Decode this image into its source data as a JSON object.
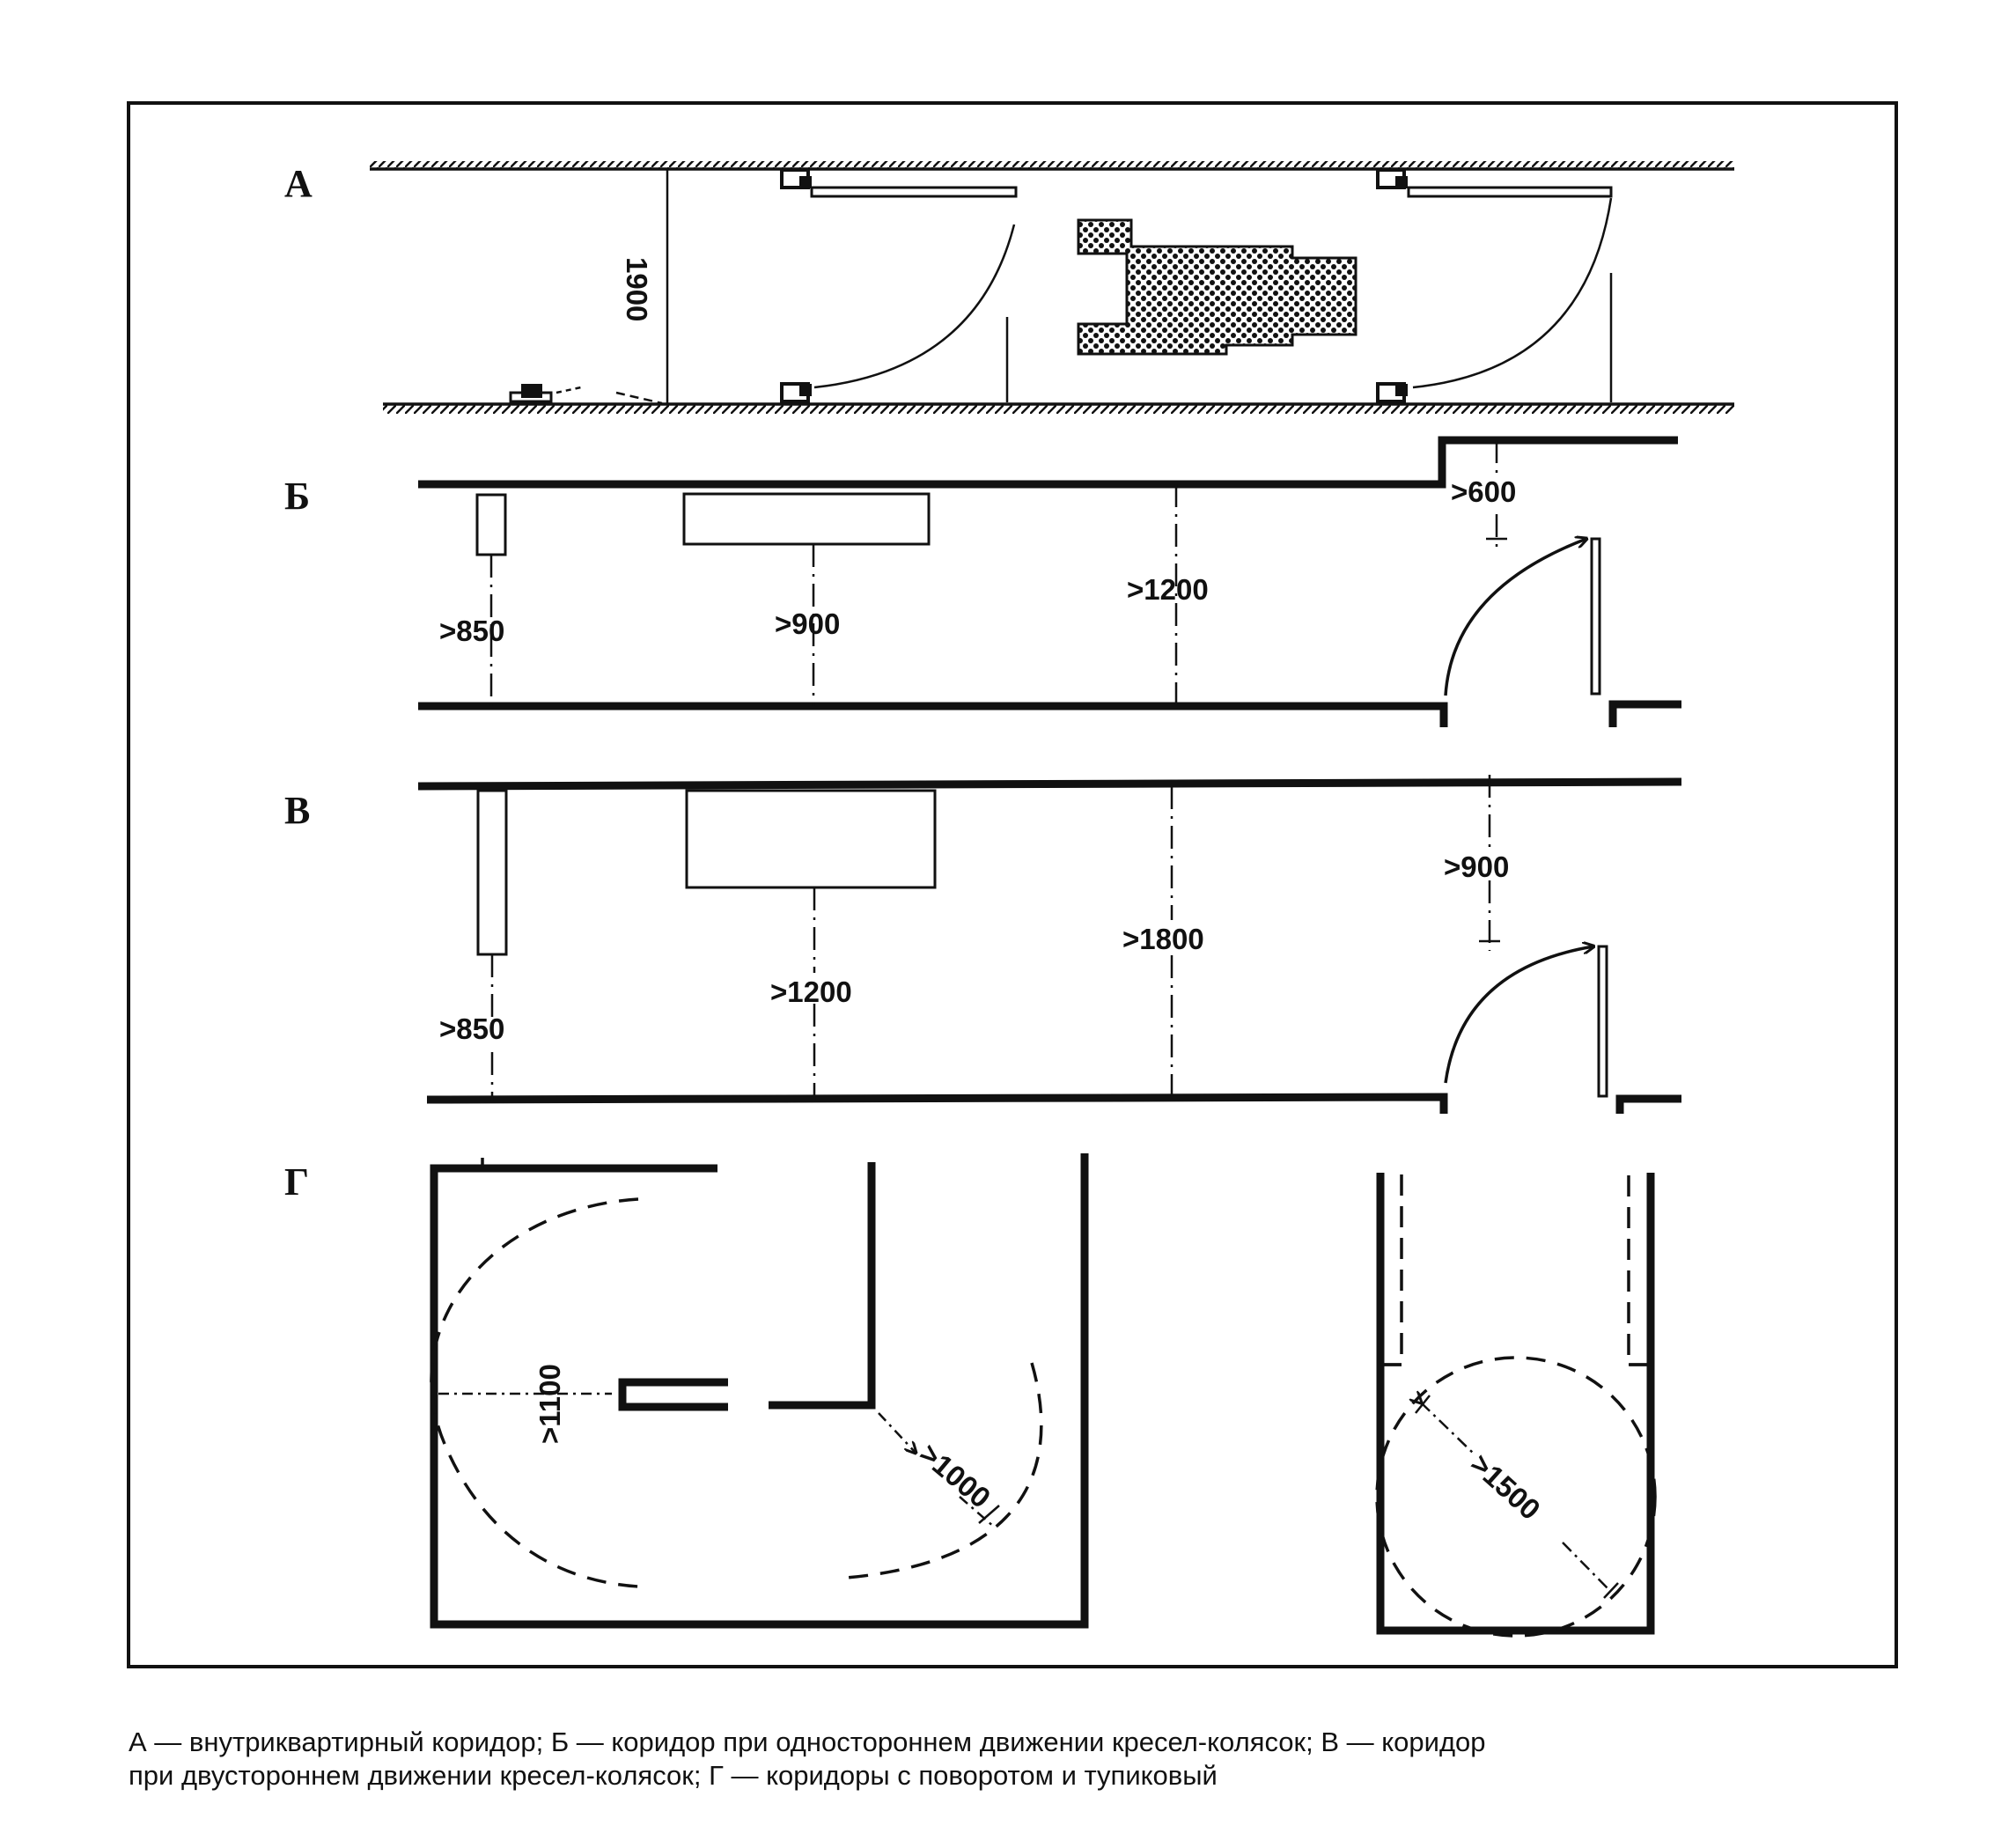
{
  "labels": {
    "a": "А",
    "b": "Б",
    "v": "В",
    "g": "Г"
  },
  "dimensions": {
    "a_width": "1900",
    "b_door": ">600",
    "b_left": ">850",
    "b_middle": ">900",
    "b_corridor": ">1200",
    "v_door": ">900",
    "v_left": ">850",
    "v_middle": ">1200",
    "v_corridor": ">1800",
    "g_turn_width": ">1100",
    "g_turn_radius": ">1000",
    "g_deadend": ">1500"
  },
  "caption": {
    "line1": "А — внутриквартирный коридор; Б — коридор при одностороннем движении кресел-колясок; В — коридор",
    "line2": "при двустороннем движении кресел-колясок; Г — коридоры с поворотом и тупиковый"
  }
}
